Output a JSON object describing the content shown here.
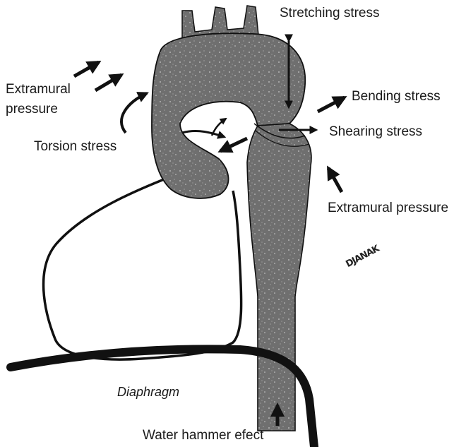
{
  "labels": {
    "stretching": "Stretching stress",
    "extramural_left_line1": "Extramural",
    "extramural_left_line2": "pressure",
    "bending": "Bending stress",
    "shearing": "Shearing stress",
    "torsion": "Torsion stress",
    "extramural_right": "Extramural pressure",
    "diaphragm": "Diaphragm",
    "water_hammer": "Water hammer efect"
  },
  "signature": "DJANAK",
  "colors": {
    "aorta_fill": "#6f6f6f",
    "outline": "#111111",
    "speckle": "#c9c9c9",
    "text": "#1a1a1a"
  }
}
